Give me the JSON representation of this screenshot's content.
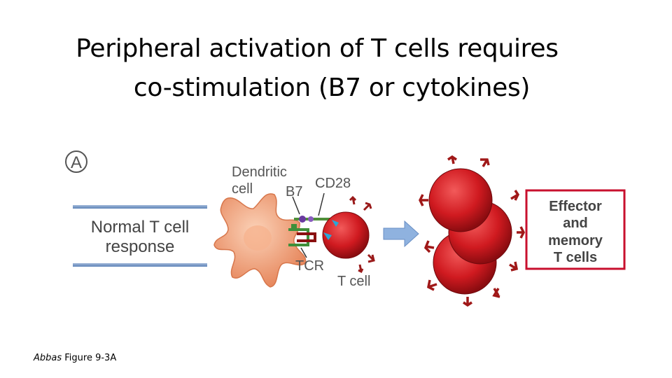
{
  "slide": {
    "title_line1": "Peripheral activation of T cells requires",
    "title_line2": "co-stimulation (B7 or cytokines)"
  },
  "figure": {
    "panel_letter": "A",
    "left_box_line1": "Normal T cell",
    "left_box_line2": "response",
    "label_dendritic_1": "Dendritic",
    "label_dendritic_2": "cell",
    "label_b7": "B7",
    "label_cd28": "CD28",
    "label_tcr": "TCR",
    "label_tcell": "T cell",
    "result_line1": "Effector",
    "result_line2": "and",
    "result_line3": "memory",
    "result_line4": "T cells"
  },
  "caption": {
    "author": "Abbas",
    "rest": " Figure 9-3A"
  },
  "colors": {
    "cell_red": "#c8141c",
    "dendritic": "#f2a27c",
    "box_border": "#c8102e",
    "arrow_blue": "#7aa3d8",
    "receptor_green": "#3f8f3a"
  }
}
